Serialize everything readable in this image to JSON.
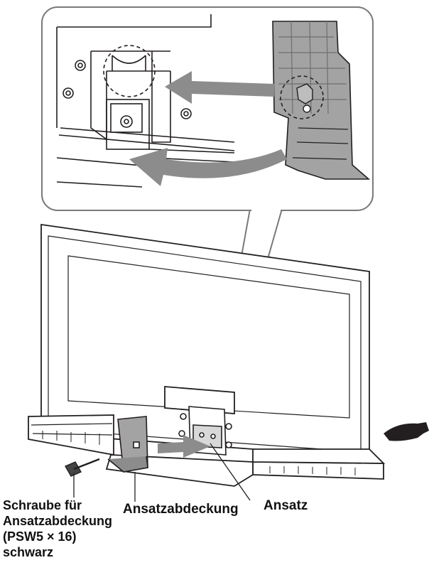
{
  "labels": {
    "screw": {
      "line1": "Schraube für",
      "line2": "Ansatzabdeckung",
      "line3": "(PSW5 × 16)",
      "line4": "schwarz"
    },
    "cover": "Ansatzabdeckung",
    "ansatz": "Ansatz"
  },
  "colors": {
    "line": "#231f20",
    "arrow": "#8c8c8c",
    "cover_part": "#a3a3a3",
    "cover_dark": "#6e6e6e",
    "panel_border": "#7a7a7a"
  }
}
